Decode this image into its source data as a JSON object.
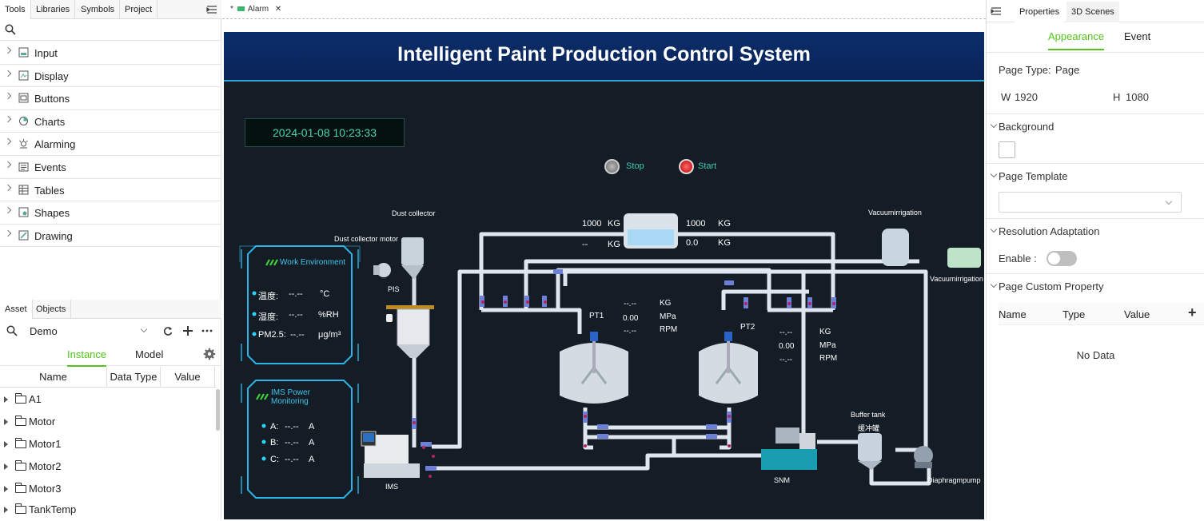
{
  "left_panel": {
    "tabs": [
      "Tools",
      "Libraries",
      "Symbols",
      "Project"
    ],
    "tools": [
      {
        "label": "Input",
        "icon": "input-icon"
      },
      {
        "label": "Display",
        "icon": "display-icon"
      },
      {
        "label": "Buttons",
        "icon": "buttons-icon"
      },
      {
        "label": "Charts",
        "icon": "charts-icon"
      },
      {
        "label": "Alarming",
        "icon": "alarm-icon"
      },
      {
        "label": "Events",
        "icon": "events-icon"
      },
      {
        "label": "Tables",
        "icon": "table-icon"
      },
      {
        "label": "Shapes",
        "icon": "shapes-icon"
      },
      {
        "label": "Drawing",
        "icon": "drawing-icon"
      }
    ],
    "asset_tabs": [
      "Asset",
      "Objects"
    ],
    "project_select": "Demo",
    "sub_tabs": [
      "Instance",
      "Model"
    ],
    "columns": [
      "Name",
      "Data Type",
      "Value"
    ],
    "tree": [
      "A1",
      "Motor",
      "Motor1",
      "Motor2",
      "Motor3",
      "TankTemp"
    ]
  },
  "doc_tab": {
    "label": "Alarm",
    "dirty_mark": "*"
  },
  "canvas": {
    "title": "Intelligent Paint Production Control System",
    "datetime": "2024-01-08 10:23:33",
    "stop_label": "Stop",
    "start_label": "Start",
    "work_env": {
      "title": "Work Environment",
      "rows": [
        {
          "label": "温度:",
          "value": "--.--",
          "unit": "°C"
        },
        {
          "label": "湿度:",
          "value": "--.--",
          "unit": "%RH"
        },
        {
          "label": "PM2.5:",
          "value": "--.--",
          "unit": "μg/m³"
        }
      ]
    },
    "ims_power": {
      "title_line1": "IMS Power",
      "title_line2": "Monitoring",
      "rows": [
        {
          "label": "A:",
          "value": "--.--",
          "unit": "A"
        },
        {
          "label": "B:",
          "value": "--.--",
          "unit": "A"
        },
        {
          "label": "C:",
          "value": "--.--",
          "unit": "A"
        }
      ]
    },
    "hopper": {
      "left_values": [
        {
          "value": "1000",
          "unit": "KG"
        },
        {
          "value": "--",
          "unit": "KG"
        }
      ],
      "right_values": [
        {
          "value": "1000",
          "unit": "KG"
        },
        {
          "value": "0.0",
          "unit": "KG"
        }
      ]
    },
    "pt1": {
      "label": "PT1",
      "values": [
        "--.--",
        "0.00",
        "--.--"
      ],
      "units": [
        "KG",
        "MPa",
        "RPM"
      ]
    },
    "pt2": {
      "label": "PT2",
      "values": [
        "--.--",
        "0.00",
        "--.--"
      ],
      "units": [
        "KG",
        "MPa",
        "RPM"
      ]
    },
    "labels": {
      "dust_collector": "Dust collector",
      "dust_collector_motor": "Dust collector motor",
      "pis": "PIS",
      "ims": "IMS",
      "vacuum_top": "Vacuumirrigation",
      "vacuum_right": "Vacuumirrigation",
      "buffer_tank": "Buffer tank",
      "buffer_tank_cn": "缓冲罐",
      "snm": "SNM",
      "diaphragm": "Diaphragmpump"
    }
  },
  "right_panel": {
    "tabs": [
      "Properties",
      "3D Scenes"
    ],
    "sub_tabs": [
      "Appearance",
      "Event"
    ],
    "page_type_label": "Page Type:",
    "page_type_value": "Page",
    "w_label": "W",
    "w_value": "1920",
    "h_label": "H",
    "h_value": "1080",
    "sections": {
      "background": "Background",
      "page_template": "Page Template",
      "resolution": "Resolution Adaptation",
      "enable_label": "Enable :",
      "custom_property": "Page Custom Property"
    },
    "custom_columns": [
      "Name",
      "Type",
      "Value"
    ],
    "empty_text": "No Data",
    "accent": "#52c41a"
  }
}
